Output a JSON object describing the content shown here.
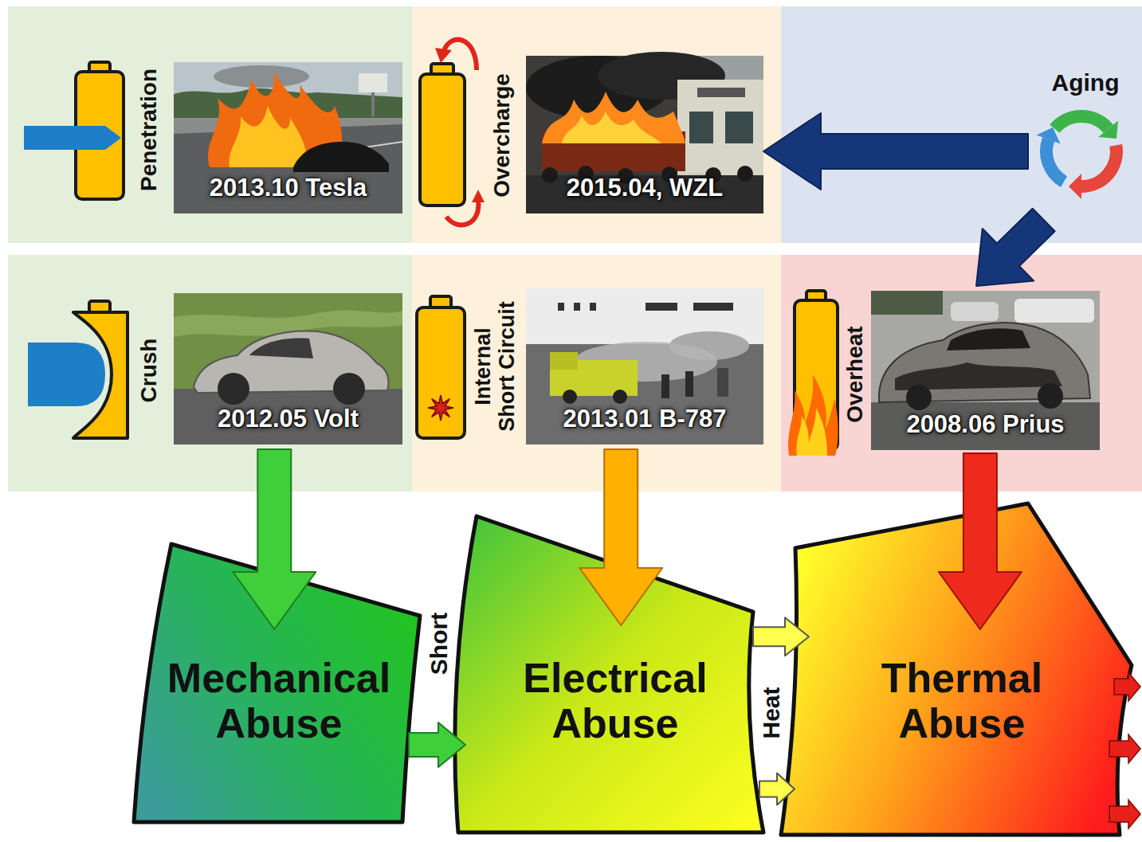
{
  "diagram": {
    "nodes": [
      {
        "text": [
          "Penetration"
        ]
      },
      {
        "text": [
          "2013.10 Tesla"
        ],
        "in": 0
      },
      {
        "text": [
          "Overcharge"
        ]
      },
      {
        "text": [
          "2015.04, WZL"
        ],
        "in": 2
      },
      {
        "text": [
          "Aging"
        ]
      },
      {
        "text": [
          "Crush"
        ]
      },
      {
        "text": [
          "2012.05 Volt"
        ],
        "in": 5
      },
      {
        "text": [
          "Internal Short Circuit"
        ]
      },
      {
        "text": [
          "2013.01 B-787"
        ],
        "in": 7
      },
      {
        "text": [
          "Overheat"
        ]
      },
      {
        "text": [
          "2008.06 Prius"
        ],
        "in": 9
      },
      {
        "text": [
          "Mechanical Abuse"
        ]
      },
      {
        "text": [
          "Electrical Abuse"
        ]
      },
      {
        "text": [
          "Thermal Abuse"
        ]
      }
    ],
    "edges": [
      {
        "from": 4,
        "to": 3,
        "arrow": "to"
      },
      {
        "from": 4,
        "to": 10,
        "arrow": "to"
      },
      {
        "from": 6,
        "to": 11,
        "arrow": "to"
      },
      {
        "from": 8,
        "to": 12,
        "arrow": "to"
      },
      {
        "from": 10,
        "to": 13,
        "arrow": "to"
      },
      {
        "from": 11,
        "to": 12,
        "label": "Short",
        "arrow": "to"
      },
      {
        "from": 12,
        "to": 13,
        "label": "Heat",
        "arrow": "to"
      },
      {
        "from": 12,
        "to": 13,
        "arrow": "to"
      }
    ]
  }
}
